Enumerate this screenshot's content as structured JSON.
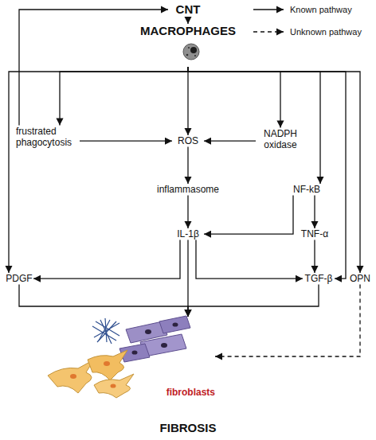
{
  "diagram": {
    "nodes": [
      {
        "text": [
          "CNT"
        ]
      },
      {
        "text": [
          "MACROPHAGES"
        ]
      },
      {
        "text": [
          "frustrated phagocytosis"
        ]
      },
      {
        "text": [
          "ROS"
        ]
      },
      {
        "text": [
          "NADPH oxidase"
        ]
      },
      {
        "text": [
          "inflammasome"
        ]
      },
      {
        "text": [
          "NF-kB"
        ]
      },
      {
        "text": [
          "IL-1β"
        ]
      },
      {
        "text": [
          "TNF-α"
        ]
      },
      {
        "text": [
          "PDGF"
        ]
      },
      {
        "text": [
          "TGF-β"
        ]
      },
      {
        "text": [
          "OPN"
        ]
      },
      {
        "text": [
          "fibroblasts"
        ]
      },
      {
        "text": [
          "FIBROSIS"
        ]
      }
    ],
    "edges": [
      {
        "from": 0,
        "to": 1,
        "arrow": "to"
      },
      {
        "from": 1,
        "to": 2,
        "arrow": "to"
      },
      {
        "from": 1,
        "to": 3,
        "arrow": "to"
      },
      {
        "from": 1,
        "to": 4,
        "arrow": "to"
      },
      {
        "from": 1,
        "to": 6,
        "arrow": "to"
      },
      {
        "from": 1,
        "to": 9,
        "arrow": "to"
      },
      {
        "from": 1,
        "to": 10,
        "arrow": "to"
      },
      {
        "from": 1,
        "to": 11,
        "arrow": "to"
      },
      {
        "from": 2,
        "to": 3,
        "arrow": "to"
      },
      {
        "from": 4,
        "to": 3,
        "arrow": "to"
      },
      {
        "from": 3,
        "to": 5,
        "arrow": "to"
      },
      {
        "from": 5,
        "to": 7,
        "arrow": "to"
      },
      {
        "from": 6,
        "to": 7,
        "arrow": "to"
      },
      {
        "from": 6,
        "to": 8,
        "arrow": "to"
      },
      {
        "from": 8,
        "to": 10,
        "arrow": "to"
      },
      {
        "from": 7,
        "to": 9,
        "arrow": "to"
      },
      {
        "from": 7,
        "to": 10,
        "arrow": "to"
      },
      {
        "from": 7,
        "to": 12,
        "arrow": "to"
      },
      {
        "from": 9,
        "to": 12,
        "arrow": "to"
      },
      {
        "from": 10,
        "to": 12,
        "arrow": "to"
      },
      {
        "from": 11,
        "to": 12,
        "arrow": "to"
      },
      {
        "from": 2,
        "to": 0,
        "arrow": "to"
      }
    ],
    "legend": [
      {
        "text": "Known pathway"
      },
      {
        "text": "Unknown pathway"
      }
    ]
  }
}
